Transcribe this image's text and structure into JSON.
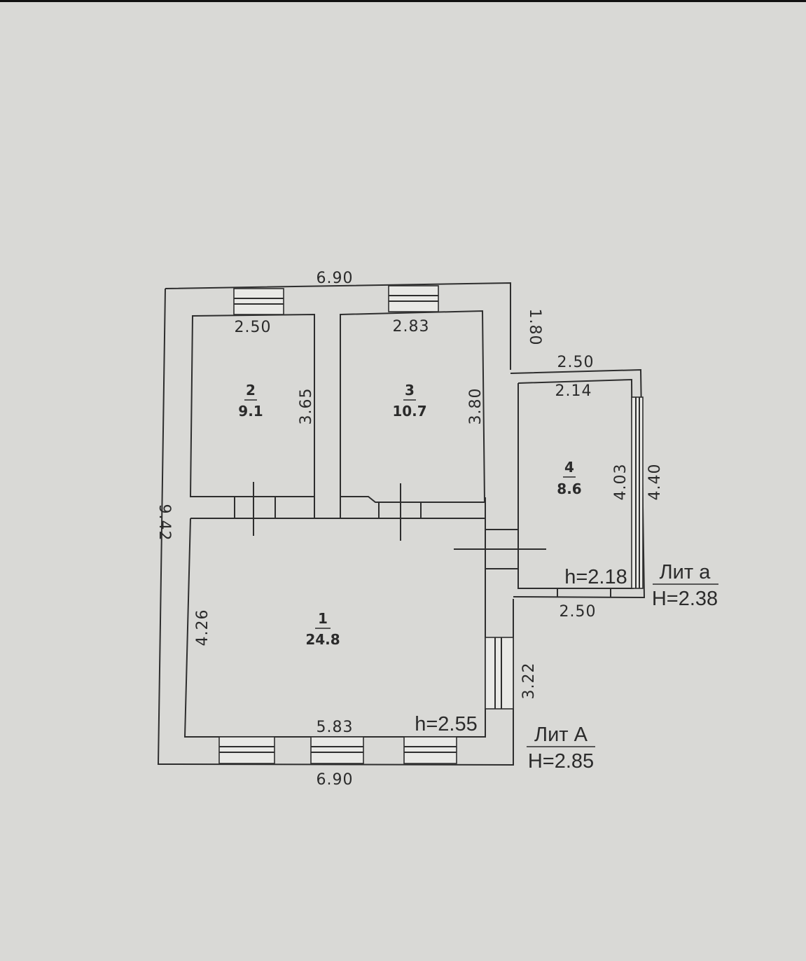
{
  "rooms": [
    {
      "number": "1",
      "area": "24.8"
    },
    {
      "number": "2",
      "area": "9.1"
    },
    {
      "number": "3",
      "area": "10.7"
    },
    {
      "number": "4",
      "area": "8.6"
    }
  ],
  "dimensions": {
    "top_outer": "6.90",
    "bottom_outer": "6.90",
    "left_outer": "9.42",
    "room2_width": "2.50",
    "room2_depth": "3.65",
    "room3_width": "2.83",
    "room3_depth": "3.80",
    "room1_depth": "4.26",
    "room1_width": "5.83",
    "right_upper": "1.80",
    "right_lower": "3.22",
    "annex_top_outer": "2.50",
    "annex_top_inner": "2.14",
    "annex_inner_depth": "4.03",
    "annex_outer_depth": "4.40",
    "annex_bottom": "2.50"
  },
  "heights": {
    "main_room": "h=2.55",
    "annex_room": "h=2.18"
  },
  "labels": {
    "lit_main": "Лит А",
    "lit_main_height": "H=2.85",
    "lit_annex": "Лит а",
    "lit_annex_height": "H=2.38"
  },
  "colors": {
    "paper": "#d9d9d6",
    "ink": "#2b2b2b"
  }
}
